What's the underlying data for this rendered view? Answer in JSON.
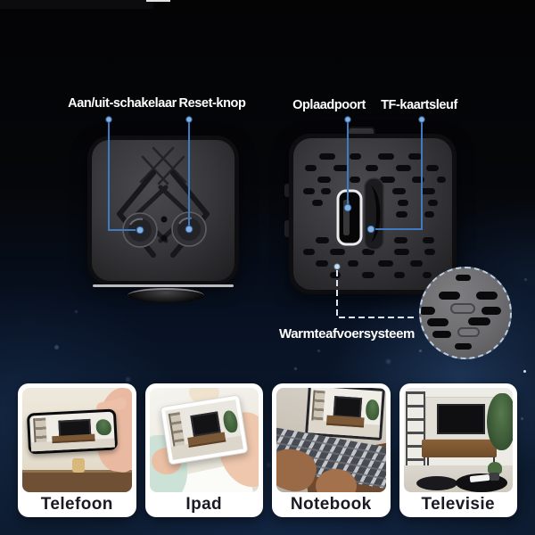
{
  "callouts": {
    "power_switch": "Aan/uit-schakelaar",
    "reset_button": "Reset-knop",
    "charging_port": "Oplaadpoort",
    "tf_card_slot": "TF-kaartsleuf",
    "heat_dissipation": "Warmteafvoersysteem"
  },
  "cards": [
    {
      "label": "Telefoon"
    },
    {
      "label": "Ipad"
    },
    {
      "label": "Notebook"
    },
    {
      "label": "Televisie"
    }
  ],
  "colors": {
    "callout_line": "#3f7ac2",
    "callout_dashed_line": "#d7e5f4",
    "label_text": "#ffffff",
    "card_label_text": "#1a1a24",
    "card_background": "#ffffff"
  }
}
